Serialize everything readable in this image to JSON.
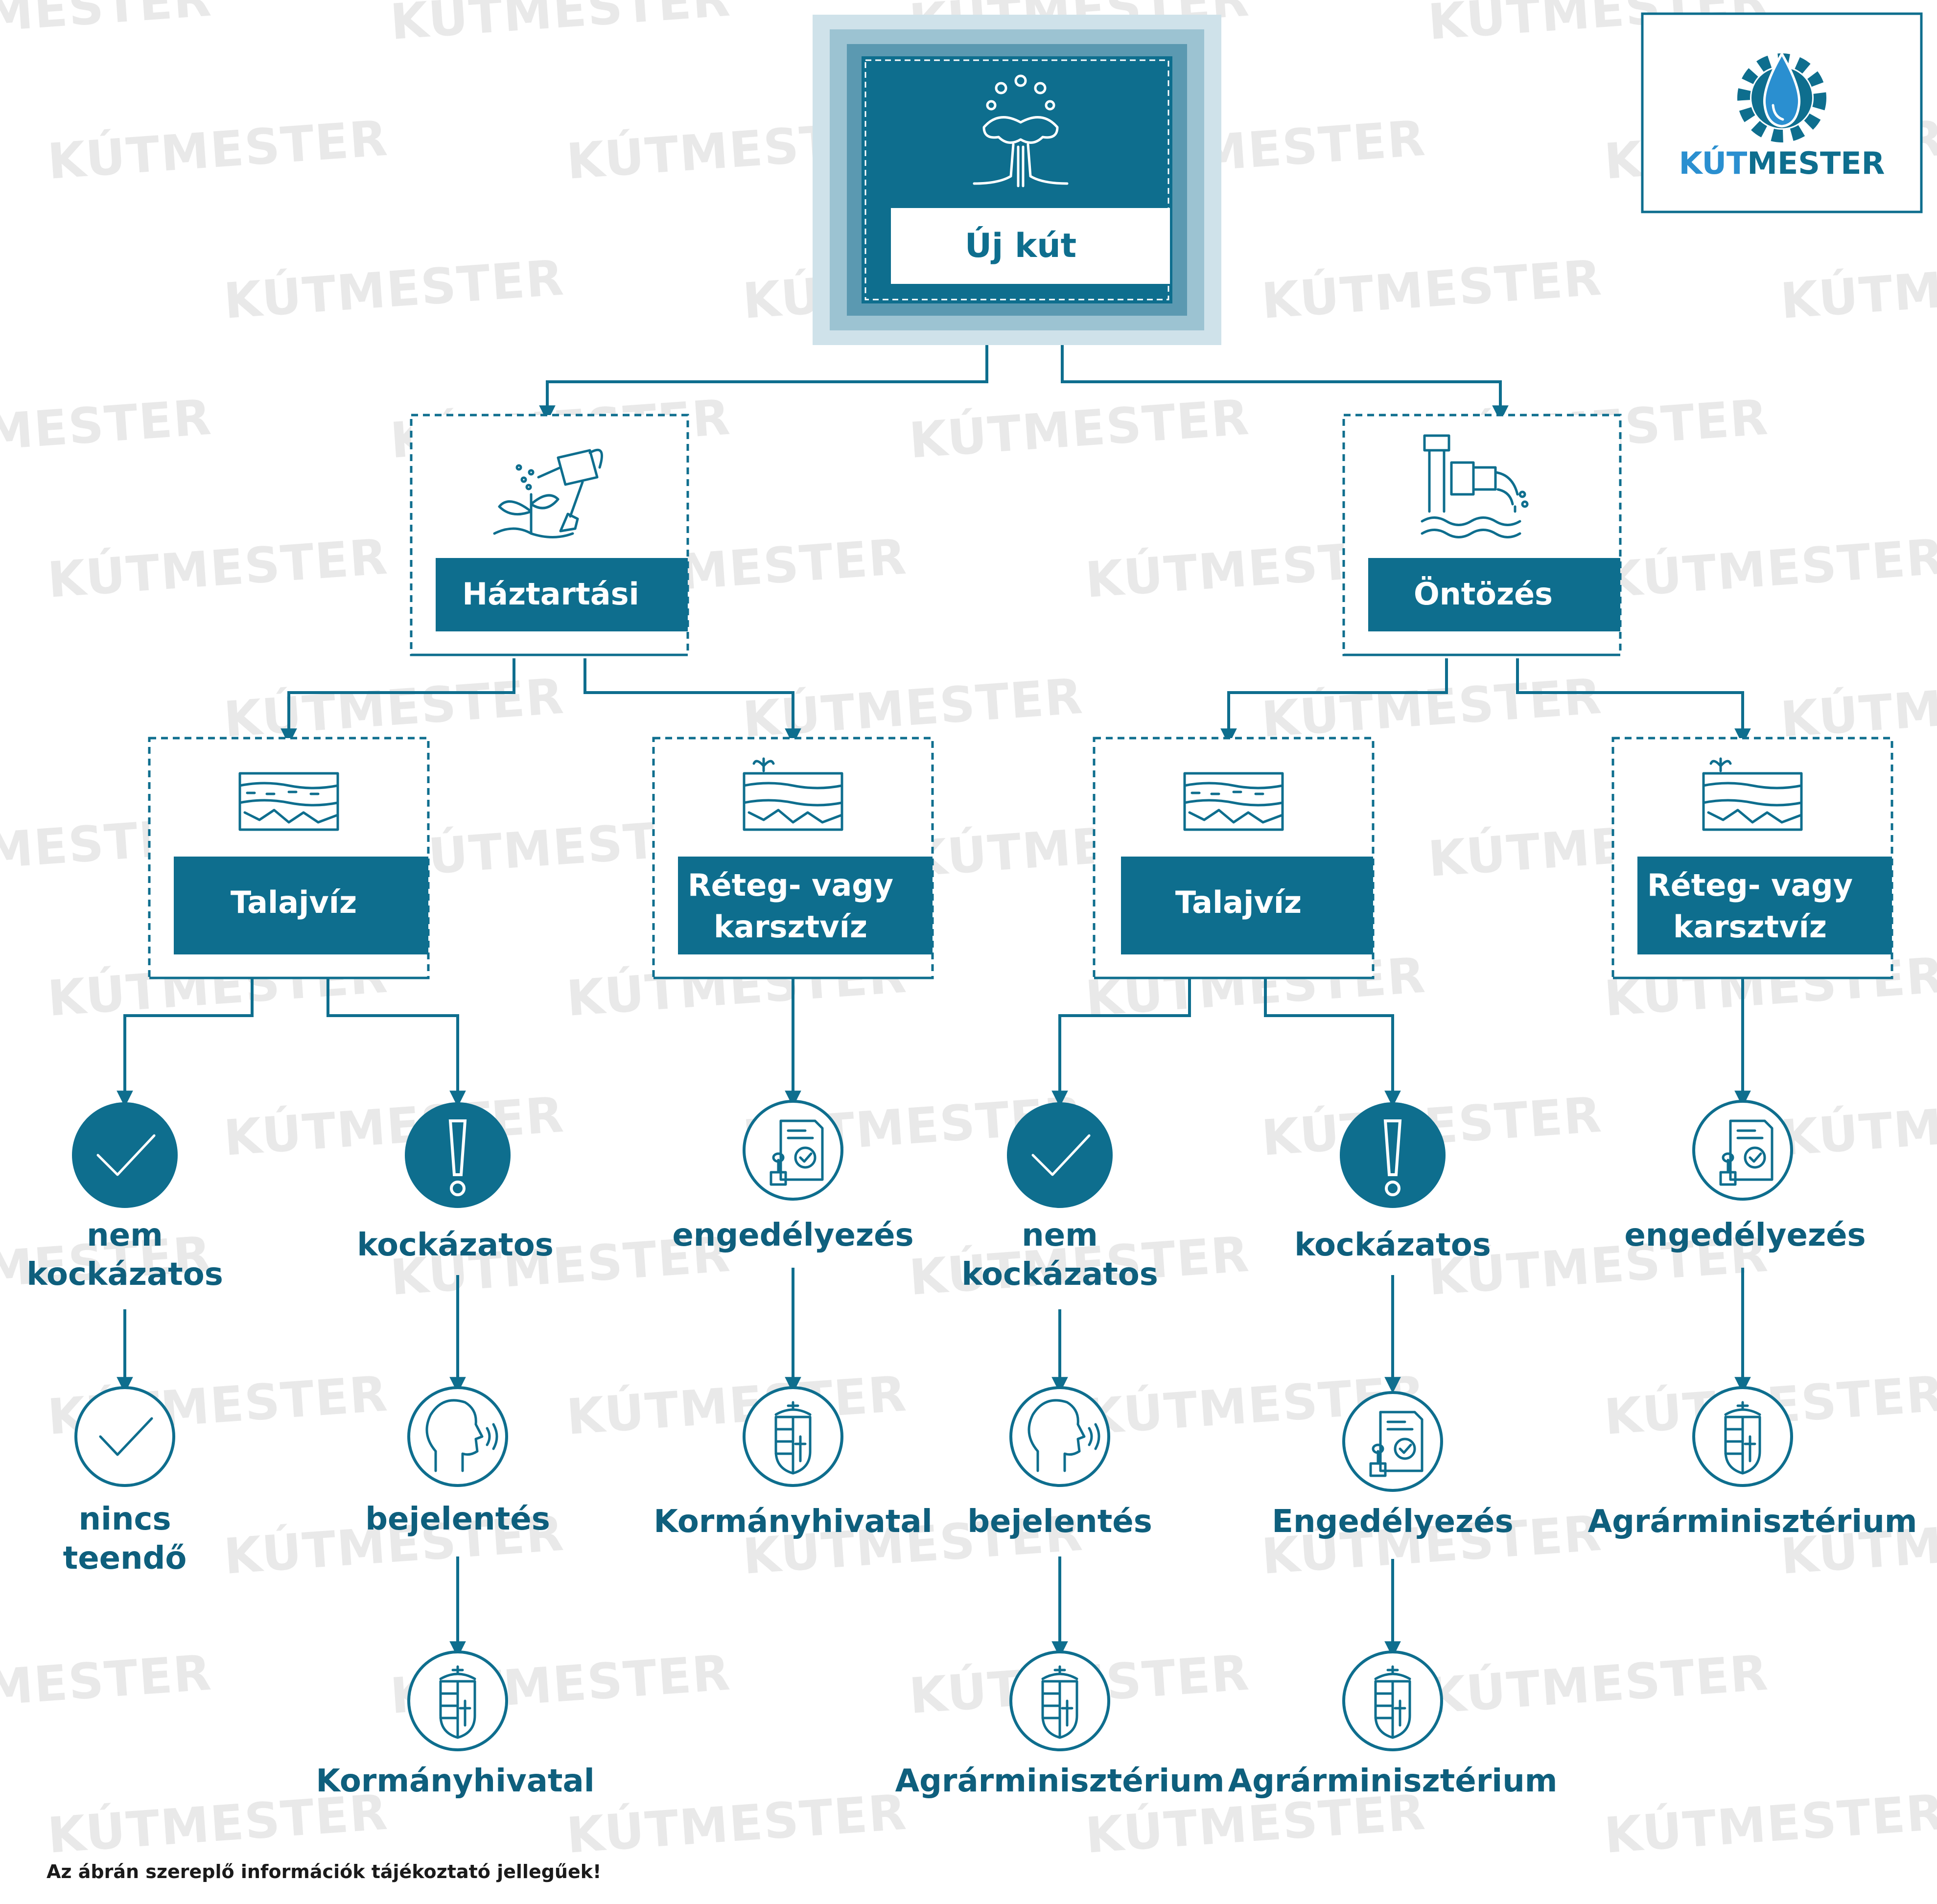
{
  "brand": {
    "name_part1": "KÚT",
    "name_part2": "MESTER",
    "color_primary": "#0e6e8e",
    "color_logo_blue": "#2a8fd0"
  },
  "watermark_text": "KÚTMESTER",
  "root": {
    "label": "Új kút"
  },
  "level1": {
    "left": {
      "label": "Háztartási"
    },
    "right": {
      "label": "Öntözés"
    }
  },
  "level2": {
    "ll": {
      "label": "Talajvíz"
    },
    "lr": {
      "label_line1": "Réteg- vagy",
      "label_line2": "karsztvíz"
    },
    "rl": {
      "label": "Talajvíz"
    },
    "rr": {
      "label_line1": "Réteg- vagy",
      "label_line2": "karsztvíz"
    }
  },
  "level3": {
    "a": {
      "line1": "nem",
      "line2": "kockázatos"
    },
    "b": {
      "label": "kockázatos"
    },
    "c": {
      "label": "engedélyezés"
    },
    "d": {
      "line1": "nem",
      "line2": "kockázatos"
    },
    "e": {
      "label": "kockázatos"
    },
    "f": {
      "label": "engedélyezés"
    }
  },
  "level4": {
    "a": {
      "line1": "nincs",
      "line2": "teendő"
    },
    "b": {
      "label": "bejelentés"
    },
    "c": {
      "label": "Kormányhivatal"
    },
    "d": {
      "label": "bejelentés"
    },
    "e": {
      "label": "Engedélyezés"
    },
    "f": {
      "label": "Agrárminisztérium"
    }
  },
  "level5": {
    "b": {
      "label": "Kormányhivatal"
    },
    "d": {
      "label": "Agrárminisztérium"
    },
    "e": {
      "label": "Agrárminisztérium"
    }
  },
  "footer": {
    "note": "Az ábrán szereplő információk tájékoztató jellegűek!"
  }
}
